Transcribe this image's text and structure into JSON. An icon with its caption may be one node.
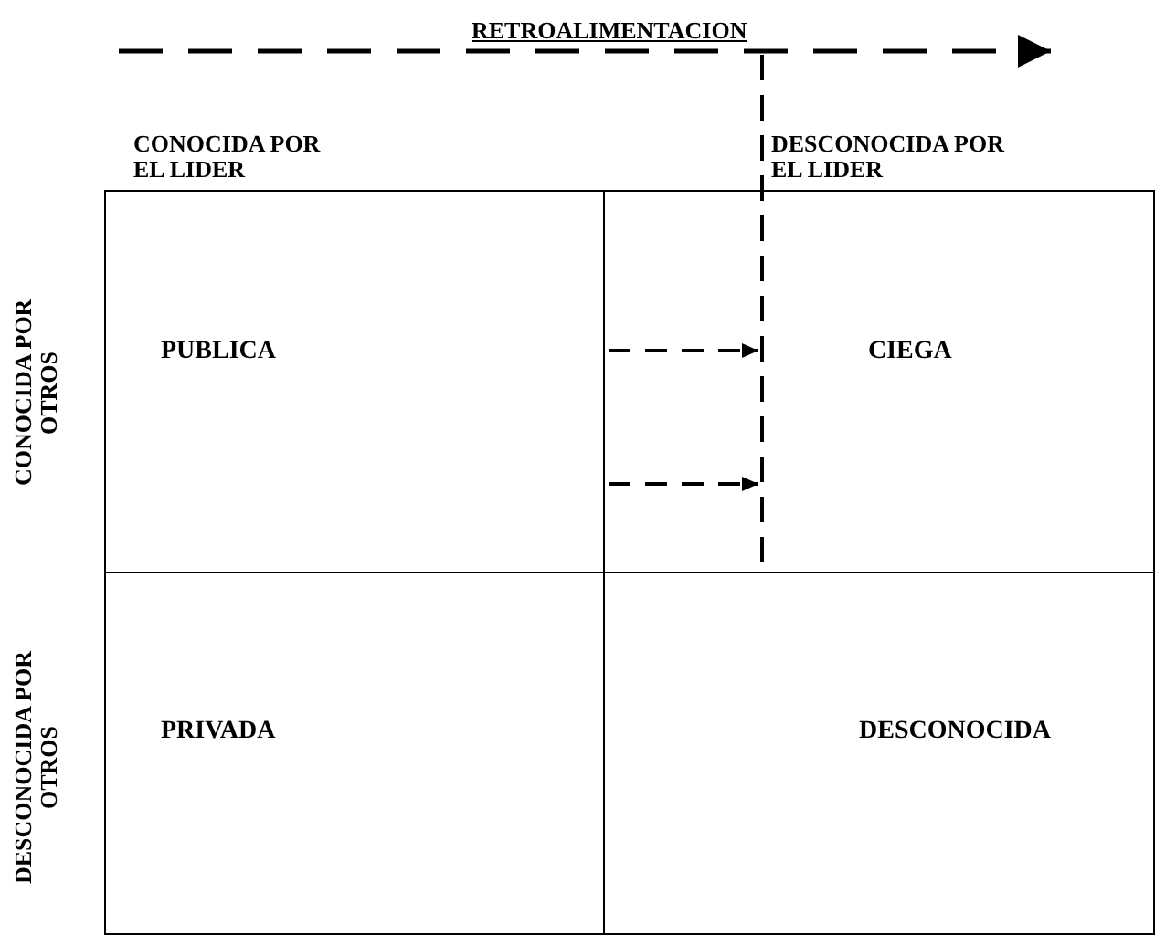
{
  "diagram": {
    "nodes": [
      {
        "text": [
          "PUBLICA"
        ]
      },
      {
        "text": [
          "CIEGA"
        ]
      },
      {
        "text": [
          "PRIVADA"
        ]
      },
      {
        "text": [
          "DESCONOCIDA"
        ]
      }
    ],
    "edges": [
      {
        "from": 0,
        "to": 1,
        "arrow": "to",
        "style": "dashed"
      },
      {
        "from": 0,
        "to": 1,
        "arrow": "to",
        "style": "dashed"
      }
    ],
    "labels": [
      "RETROALIMENTACION",
      "CONOCIDA POR EL LIDER",
      "DESCONOCIDA POR EL LIDER",
      "CONOCIDA POR OTROS",
      "DESCONOCIDA POR OTROS"
    ]
  }
}
